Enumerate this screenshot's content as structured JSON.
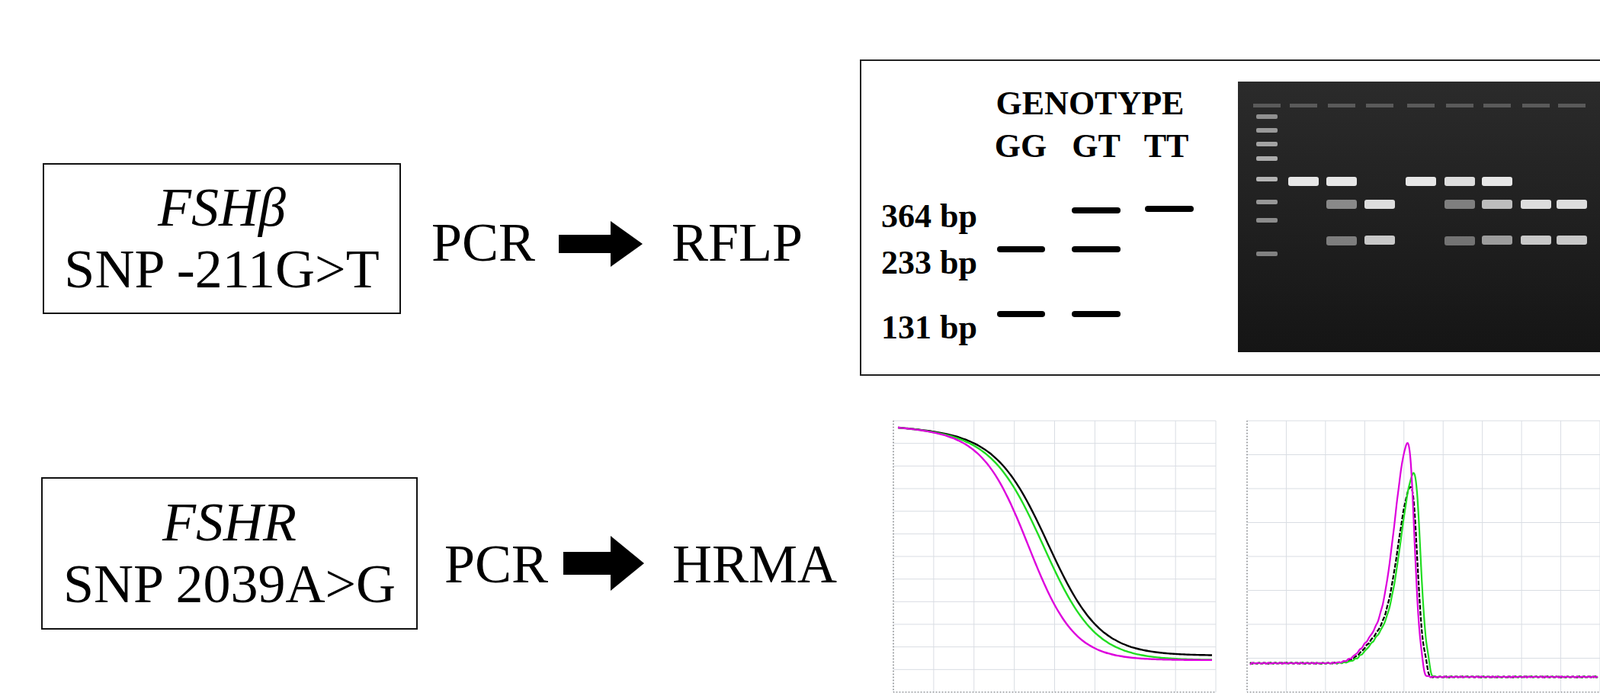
{
  "diagram": {
    "nodes": [
      {
        "text": [
          "FSHβ",
          "SNP -211G>T"
        ]
      },
      {
        "text": [
          "GENOTYPE",
          "GG",
          "GT",
          "TT",
          "364 bp",
          "233 bp",
          "131 bp"
        ]
      },
      {
        "text": [
          "FSHR",
          "SNP 2039A>G"
        ]
      }
    ],
    "labels": [
      "PCR",
      "RFLP",
      "PCR",
      "HRMA"
    ]
  }
}
